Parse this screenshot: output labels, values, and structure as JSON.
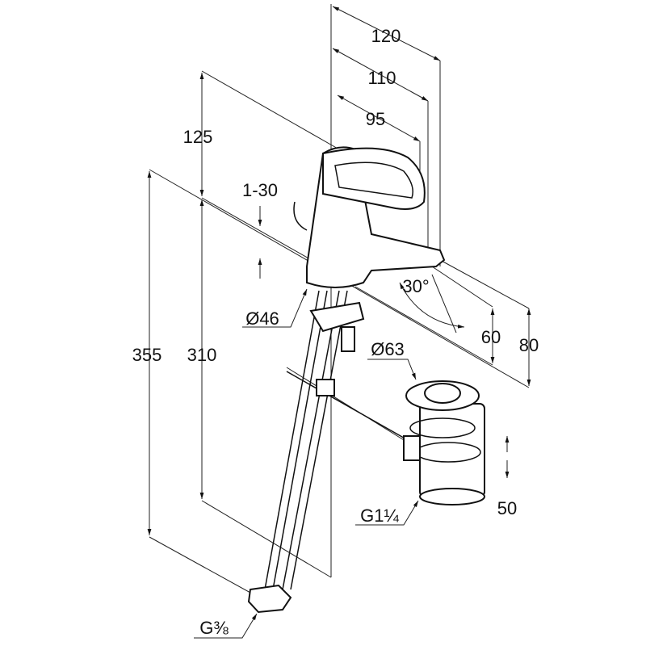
{
  "title": "Basin mixer dimension drawing",
  "dimensions": {
    "d120": "120",
    "d110": "110",
    "d95": "95",
    "d125": "125",
    "d1_30": "1-30",
    "dia46": "Ø46",
    "angle30": "30°",
    "d60": "60",
    "d80": "80",
    "dia63": "Ø63",
    "d355": "355",
    "d310": "310",
    "d50": "50",
    "thread_waste": "G1¼",
    "thread_supply": "G⅜"
  },
  "colors": {
    "line": "#111111",
    "background": "#ffffff"
  }
}
